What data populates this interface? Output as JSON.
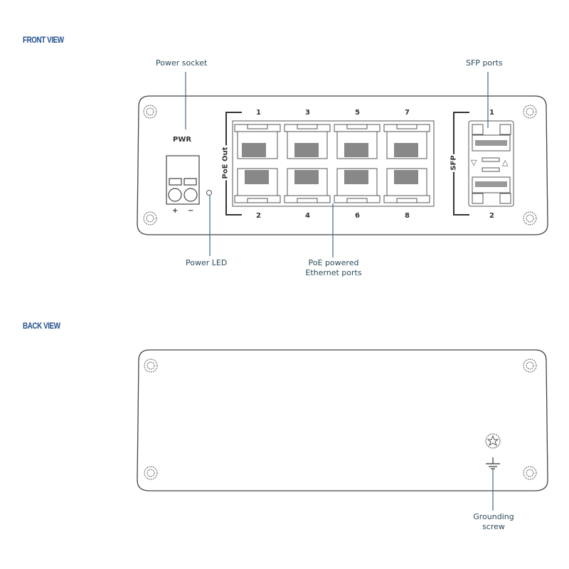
{
  "sections": {
    "front": {
      "title": "FRONT VIEW"
    },
    "back": {
      "title": "BACK VIEW"
    }
  },
  "front_view": {
    "pwr_label": "PWR",
    "terminal_labels": [
      "+",
      "−"
    ],
    "poe_group_label": "PoE Out",
    "poe_top_ports": [
      "1",
      "3",
      "5",
      "7"
    ],
    "poe_bottom_ports": [
      "2",
      "4",
      "6",
      "8"
    ],
    "sfp_group_label": "SFP",
    "sfp_ports": [
      "1",
      "2"
    ],
    "sfp_arrows": [
      "▽",
      "△"
    ]
  },
  "callouts": {
    "power_socket": "Power socket",
    "sfp_ports": "SFP ports",
    "power_led": "Power LED",
    "poe_ports_line1": "PoE powered",
    "poe_ports_line2": "Ethernet ports",
    "grounding_line1": "Grounding",
    "grounding_line2": "screw"
  },
  "colors": {
    "title": "#1f4e8c",
    "callout_text": "#2d4a5a",
    "leader_line": "#3b6a8a",
    "outline": "#444444"
  }
}
